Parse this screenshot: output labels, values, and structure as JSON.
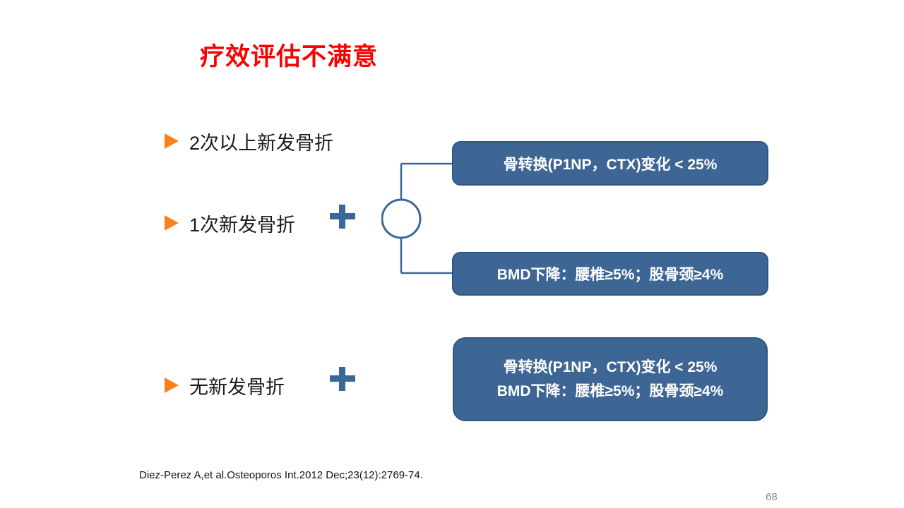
{
  "slide": {
    "title": "疗效评估不满意",
    "bullets": [
      {
        "label": "2次以上新发骨折"
      },
      {
        "label": "1次新发骨折"
      },
      {
        "label": "无新发骨折"
      }
    ],
    "boxes": {
      "box1": "骨转换(P1NP，CTX)变化 < 25%",
      "box2": "BMD下降：腰椎≥5%；股骨颈≥4%",
      "box3_line1": "骨转换(P1NP，CTX)变化 < 25%",
      "box3_line2": "BMD下降：腰椎≥5%；股骨颈≥4%"
    },
    "citation": "Diez-Perez A,et al.Osteoporos Int.2012 Dec;23(12):2769-74.",
    "page_number": "68",
    "icons": {
      "bullet_marker": "triangle-right-icon",
      "plus": "plus-icon",
      "connector": "circle-branch-connector"
    },
    "colors": {
      "title_red": "#fb0000",
      "bullet_orange": "#f8811e",
      "box_fill_blue": "#3e6694",
      "box_border_blue": "#30567f",
      "connector_blue": "#3c6899",
      "box_text_white": "#ffffff",
      "page_number_gray": "#8a8a8a"
    }
  }
}
